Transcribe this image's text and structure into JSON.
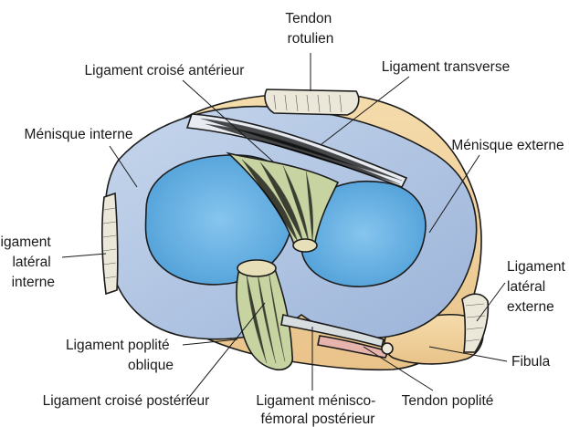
{
  "diagram": {
    "labels": {
      "tendon_rotulien": [
        "Tendon",
        "rotulien"
      ],
      "ligament_croise_anterieur": [
        "Ligament croisé antérieur"
      ],
      "ligament_transverse": [
        "Ligament transverse"
      ],
      "menisque_interne": [
        "Ménisque interne"
      ],
      "menisque_externe": [
        "Ménisque externe"
      ],
      "ligament_lateral_interne": [
        "Ligament",
        "latéral",
        "interne"
      ],
      "ligament_lateral_externe": [
        "Ligament",
        "latéral",
        "externe"
      ],
      "ligament_poplite_oblique": [
        "Ligament poplité",
        "oblique"
      ],
      "fibula": [
        "Fibula"
      ],
      "ligament_croise_posterieur": [
        "Ligament croisé postérieur"
      ],
      "ligament_menisco_femoral_posterieur": [
        "Ligament ménisco-",
        "fémoral postérieur"
      ],
      "tendon_poplite": [
        "Tendon poplité"
      ]
    },
    "colors": {
      "meniscus": "#b3c7e3",
      "plateau": "#6fb4e6",
      "bone": "#f2d3a0",
      "ligament": "#c7d4a2",
      "tendon": "#ece8d9",
      "outline": "#1c1c1c"
    }
  }
}
